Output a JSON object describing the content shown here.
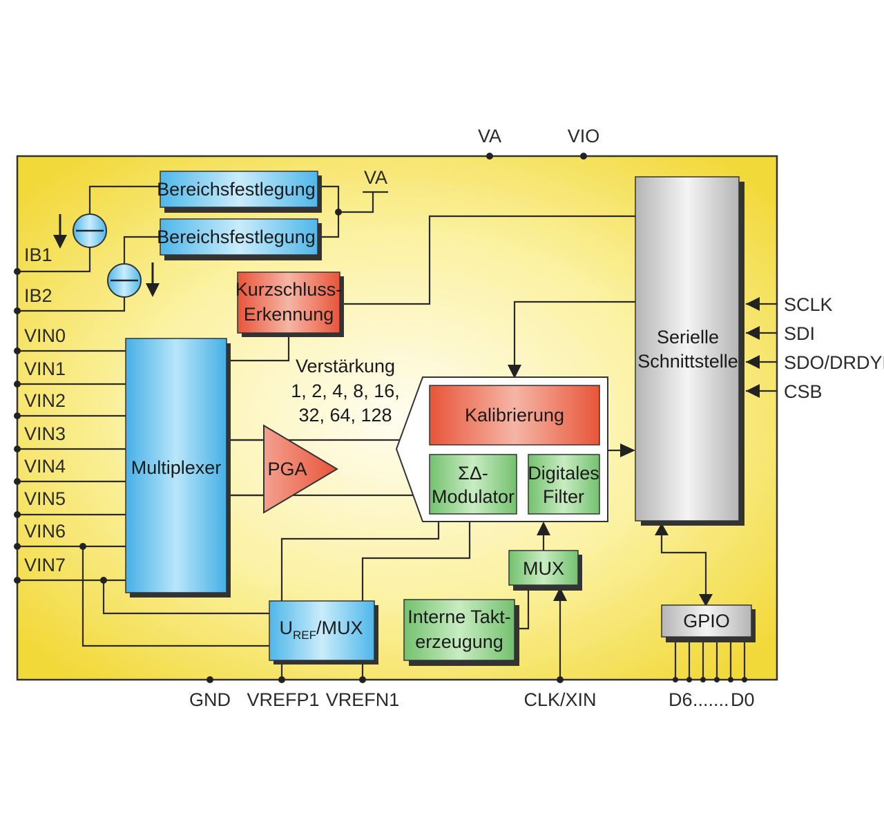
{
  "pins": {
    "top_va": "VA",
    "top_vio": "VIO",
    "supply_va": "VA",
    "ib1": "IB1",
    "ib2": "IB2",
    "vin": [
      "VIN0",
      "VIN1",
      "VIN2",
      "VIN3",
      "VIN4",
      "VIN5",
      "VIN6",
      "VIN7"
    ],
    "sclk": "SCLK",
    "sdi": "SDI",
    "sdo": "SDO/DRDYB",
    "csb": "CSB",
    "gnd": "GND",
    "vrefp1": "VREFP1",
    "vrefn1": "VREFN1",
    "clk": "CLK/XIN",
    "d6": "D6",
    "dots": ".......",
    "d0": "D0"
  },
  "blocks": {
    "range1": "Bereichsfestlegung",
    "range2": "Bereichsfestlegung",
    "short_line1": "Kurzschluss-",
    "short_line2": "Erkennung",
    "mux": "Multiplexer",
    "pga": "PGA",
    "gain_title": "Verstärkung",
    "gain_line1": "1, 2, 4, 8, 16,",
    "gain_line2": "32, 64, 128",
    "calibration": "Kalibrierung",
    "modulator_line1": "ΣΔ-",
    "modulator_line2": "Modulator",
    "filter_line1": "Digitales",
    "filter_line2": "Filter",
    "serial_line1": "Serielle",
    "serial_line2": "Schnittstelle",
    "clk_mux": "MUX",
    "clock_line1": "Interne Takt-",
    "clock_line2": "erzeugung",
    "uref_main": "U",
    "uref_sub": "REF",
    "uref_rest": "/MUX",
    "gpio": "GPIO"
  },
  "colors": {
    "chip_yellow": "#f2d93a",
    "blue_block": "#5cc3ee",
    "red_block": "#ec6a50",
    "green_block": "#8fcf8a",
    "gray_block": "#d8d8d8"
  }
}
